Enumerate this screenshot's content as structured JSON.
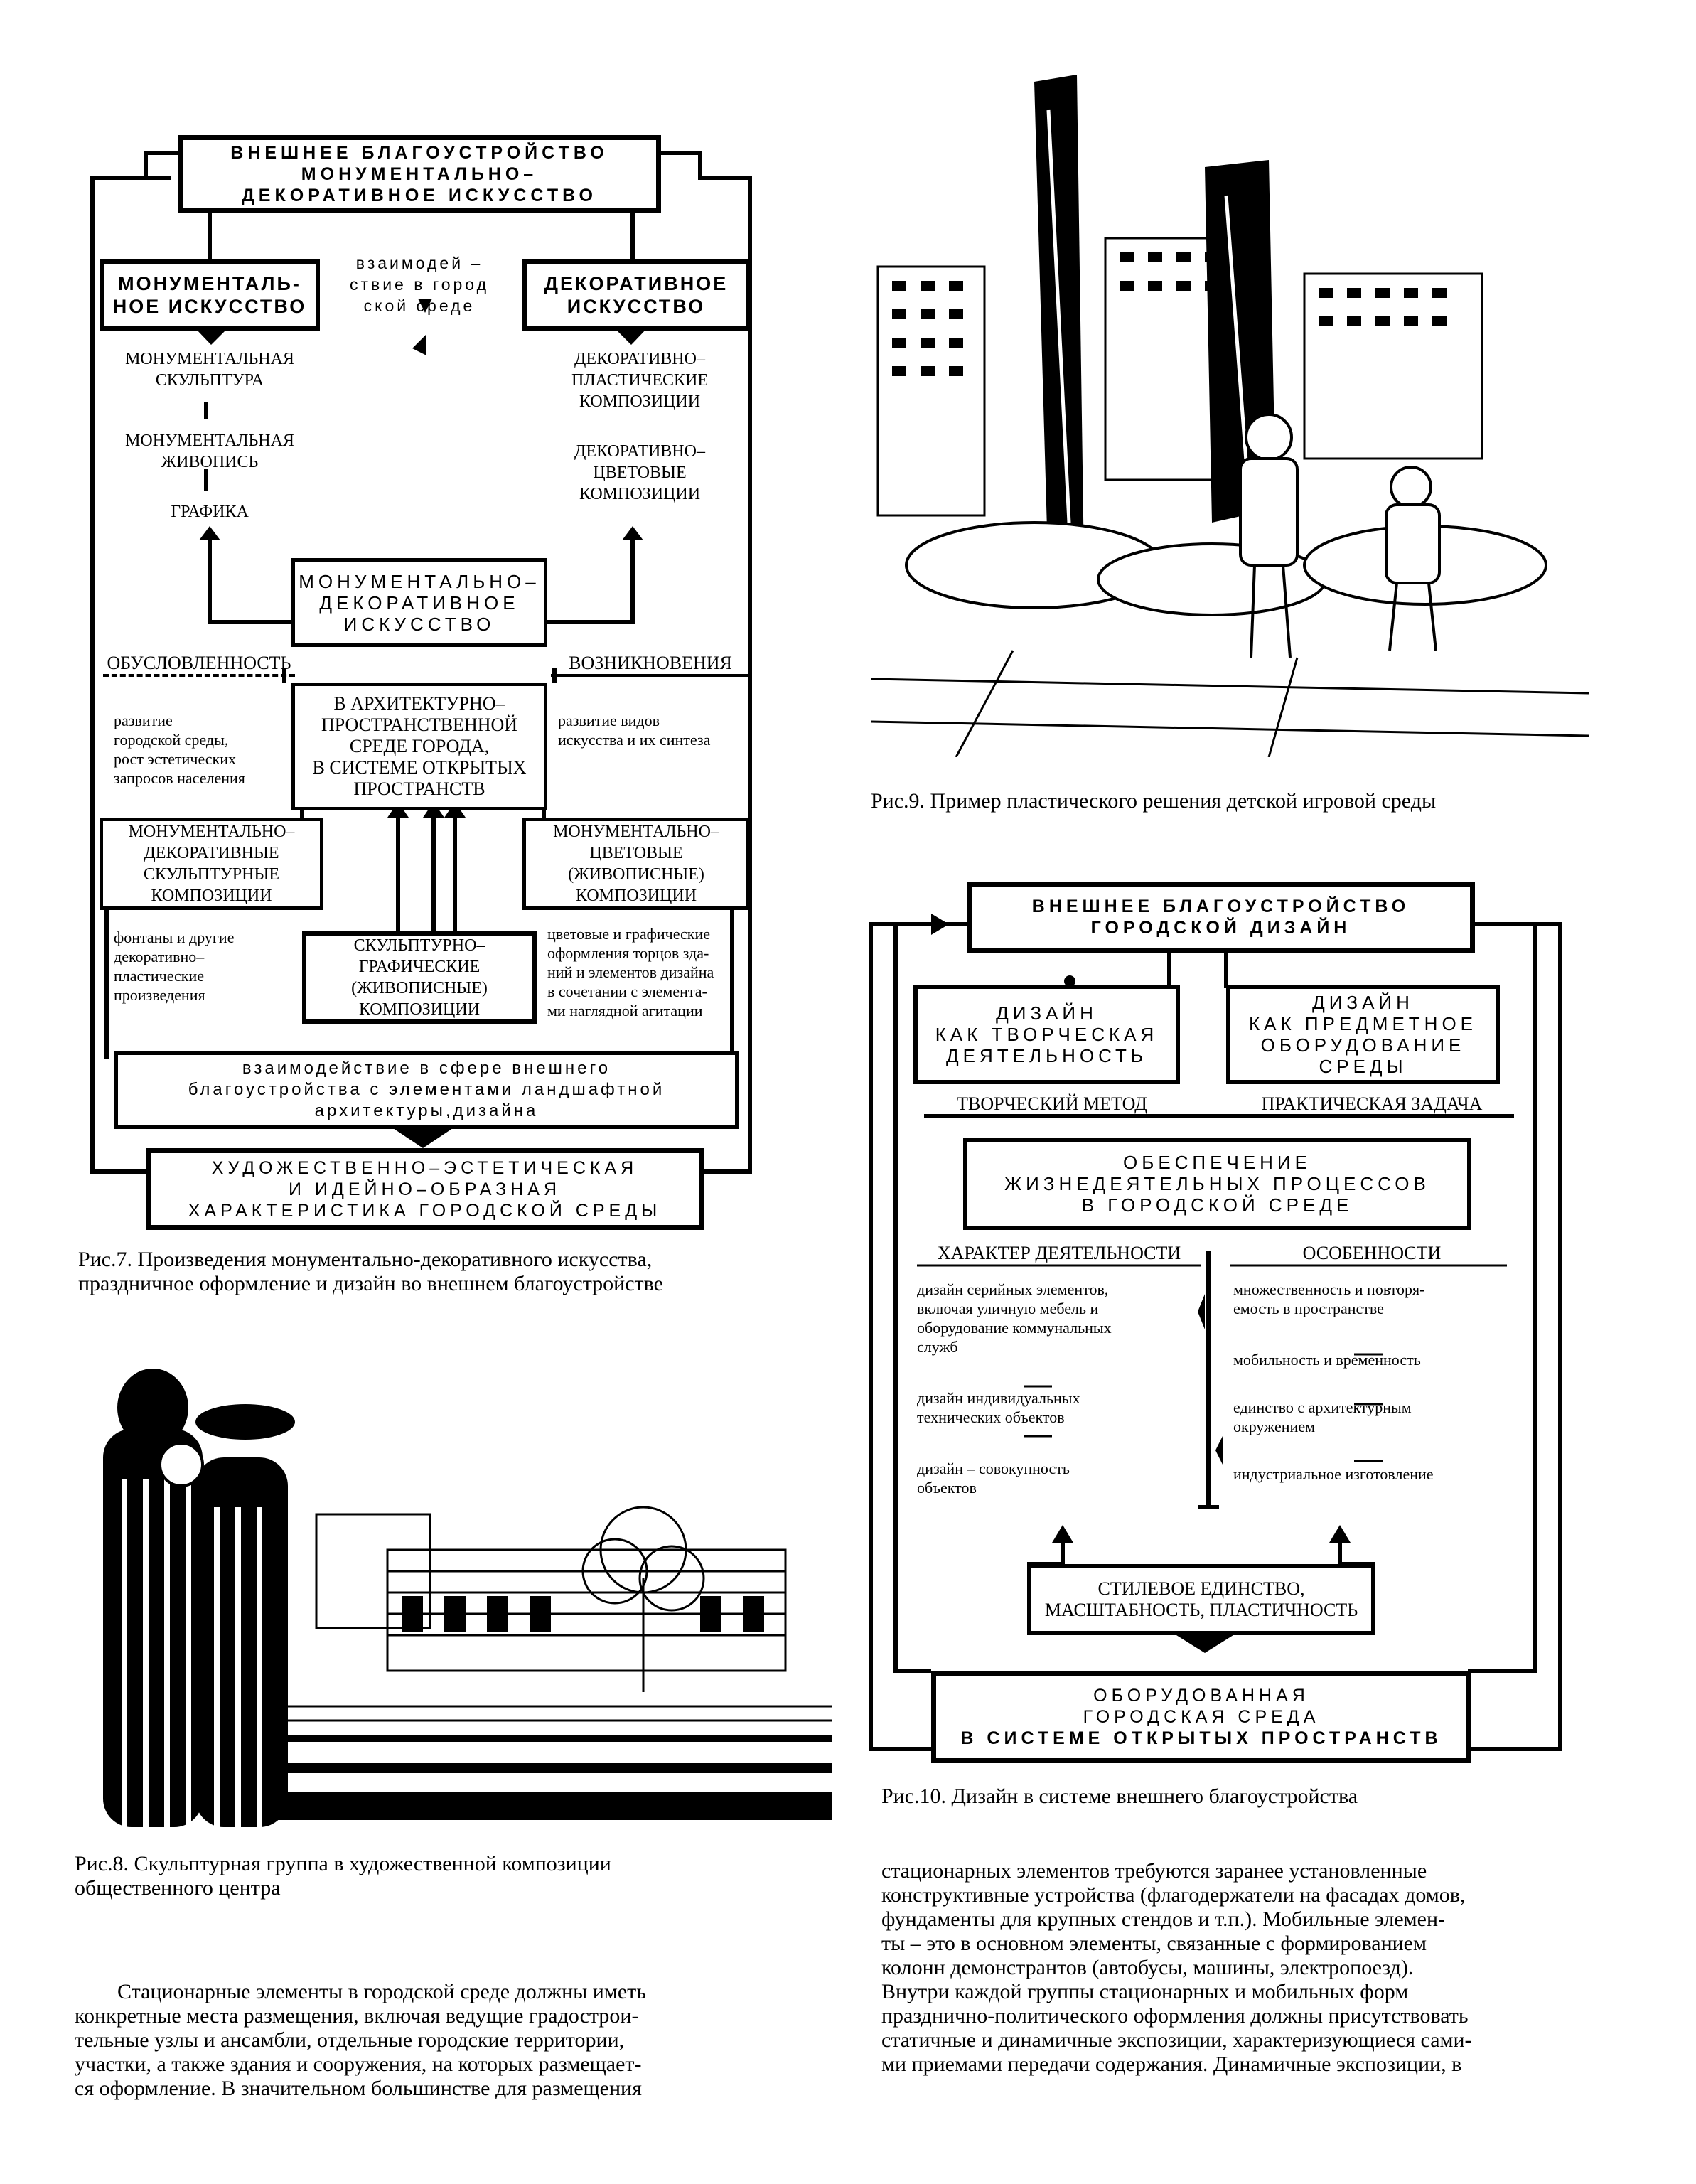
{
  "fig7": {
    "top_title": [
      "ВНЕШНЕЕ БЛАГОУСТРОЙСТВО",
      "МОНУМЕНТАЛЬНО–",
      "ДЕКОРАТИВНОЕ ИСКУССТВО"
    ],
    "monumental_box": [
      "МОНУМЕНТАЛЬ-",
      "НОЕ ИСКУССТВО"
    ],
    "interaction_note": [
      "взаимодей –",
      "ствие в город",
      "ской среде"
    ],
    "decorative_box": [
      "ДЕКОРАТИВНОЕ",
      "ИСКУССТВО"
    ],
    "left_list": [
      [
        "МОНУМЕНТАЛЬНАЯ",
        "СКУЛЬПТУРА"
      ],
      [
        "МОНУМЕНТАЛЬНАЯ",
        "ЖИВОПИСЬ"
      ],
      [
        "ГРАФИКА"
      ]
    ],
    "right_list": [
      [
        "ДЕКОРАТИВНО–",
        "ПЛАСТИЧЕСКИЕ",
        "КОМПОЗИЦИИ"
      ],
      [
        "ДЕКОРАТИВНО–",
        "ЦВЕТОВЫЕ",
        "КОМПОЗИЦИИ"
      ]
    ],
    "center_box": [
      "МОНУМЕНТАЛЬНО–",
      "ДЕКОРАТИВНОЕ",
      "ИСКУССТВО"
    ],
    "conditionality": "ОБУСЛОВЛЕННОСТЬ",
    "origin": "ВОЗНИКНОВЕНИЯ",
    "left_note": [
      "развитие",
      "городской среды,",
      "рост эстетических",
      "запросов населения"
    ],
    "center_text": [
      "В АРХИТЕКТУРНО–",
      "ПРОСТРАНСТВЕННОЙ",
      "СРЕДЕ ГОРОДА,",
      "В СИСТЕМЕ ОТКРЫТЫХ",
      "ПРОСТРАНСТВ"
    ],
    "right_note": [
      "развитие видов",
      "искусства и их синтеза"
    ],
    "sculpt_box": [
      "МОНУМЕНТАЛЬНО–",
      "ДЕКОРАТИВНЫЕ",
      "СКУЛЬПТУРНЫЕ",
      "КОМПОЗИЦИИ"
    ],
    "color_box": [
      "МОНУМЕНТАЛЬНО–",
      "ЦВЕТОВЫЕ",
      "(ЖИВОПИСНЫЕ)",
      "КОМПОЗИЦИИ"
    ],
    "fountain_note": [
      "фонтаны и другие",
      "декоративно–",
      "пластические",
      "произведения"
    ],
    "graphic_box": [
      "СКУЛЬПТУРНО–",
      "ГРАФИЧЕСКИЕ",
      "(ЖИВОПИСНЫЕ)",
      "КОМПОЗИЦИИ"
    ],
    "facade_note": [
      "цветовые и графические",
      "оформления торцов зда-",
      "ний и элементов дизайна",
      "в сочетании  с элемента-",
      "ми наглядной агитации"
    ],
    "landscape_box": [
      "взаимодействие  в  сфере  внешнего",
      "благоустройства с элементами ландшафтной",
      "архитектуры,дизайна"
    ],
    "bottom_box": [
      "ХУДОЖЕСТВЕННО–ЭСТЕТИЧЕСКАЯ",
      "И ИДЕЙНО–ОБРАЗНАЯ",
      "ХАРАКТЕРИСТИКА  ГОРОДСКОЙ СРЕДЫ"
    ],
    "caption": [
      "Рис.7. Произведения  монументально-декоративного  искусства,",
      "праздничное оформление и дизайн во внешнем благоустройстве"
    ]
  },
  "fig8": {
    "caption": [
      "Рис.8. Скульптурная  группа  в  художественной  композиции",
      "общественного центра"
    ]
  },
  "fig9": {
    "caption": "Рис.9. Пример пластического решения детской игровой среды"
  },
  "fig10": {
    "top_box": [
      "ВНЕШНЕЕ  БЛАГОУСТРОЙСТВО",
      "ГОРОДСКОЙ ДИЗАЙН"
    ],
    "left_box": [
      "ДИЗАЙН",
      "КАК  ТВОРЧЕСКАЯ",
      "ДЕЯТЕЛЬНОСТЬ"
    ],
    "right_box": [
      "ДИЗАЙН",
      "КАК ПРЕДМЕТНОЕ",
      "ОБОРУДОВАНИЕ",
      "СРЕДЫ"
    ],
    "method": "ТВОРЧЕСКИЙ МЕТОД",
    "task": "ПРАКТИЧЕСКАЯ ЗАДАЧА",
    "provision_box": [
      "ОБЕСПЕЧЕНИЕ",
      "ЖИЗНЕДЕЯТЕЛЬНЫХ  ПРОЦЕССОВ",
      "В  ГОРОДСКОЙ  СРЕДЕ"
    ],
    "activity_header": "ХАРАКТЕР ДЕЯТЕЛЬНОСТИ",
    "features_header": "ОСОБЕННОСТИ",
    "activity_items": [
      [
        "дизайн серийных элементов,",
        "включая уличную мебель и",
        "оборудование коммунальных",
        "служб"
      ],
      [
        "дизайн индивидуальных",
        "технических объектов"
      ],
      [
        "дизайн  –    совокупность",
        "объектов"
      ]
    ],
    "feature_items": [
      [
        "множественность и повторя-",
        "емость в пространстве"
      ],
      [
        "мобильность и временность"
      ],
      [
        "единство с архитектурным",
        "окружением"
      ],
      [
        "индустриальное изготовление"
      ]
    ],
    "style_box": [
      "СТИЛЕВОЕ ЕДИНСТВО,",
      "МАСШТАБНОСТЬ, ПЛАСТИЧНОСТЬ"
    ],
    "result_box": [
      "ОБОРУДОВАННАЯ",
      "ГОРОДСКАЯ СРЕДА",
      "В  СИСТЕМЕ ОТКРЫТЫХ  ПРОСТРАНСТВ"
    ],
    "caption": "Рис.10. Дизайн в системе внешнего благоустройства"
  },
  "text": {
    "left_column": [
      "Стационарные элементы в городской среде должны иметь",
      "конкретные места размещения, включая ведущие градострои-",
      "тельные узлы и ансамбли, отдельные городские территории,",
      "участки, а также здания и сооружения, на которых размещает-",
      "ся оформление.  В значительном большинстве для размещения"
    ],
    "right_column": [
      "стационарных   элементов   требуются  заранее  установленные",
      "конструктивные устройства  (флагодержатели на фасадах домов,",
      "фундаменты  для  крупных  стендов  и  т.п.).   Мобильные  элемен-",
      "ты  –  это в основном элементы, связанные с формированием",
      "колонн  демонстрантов   (автобусы,  машины,   электропоезд).",
      "Внутри    каждой  группы  стационарных  и  мобильных  форм",
      "празднично-политического оформления должны присутствовать",
      "статичные и динамичные экспозиции, характеризующиеся сами-",
      "ми приемами передачи содержания.  Динамичные экспозиции,  в"
    ]
  }
}
